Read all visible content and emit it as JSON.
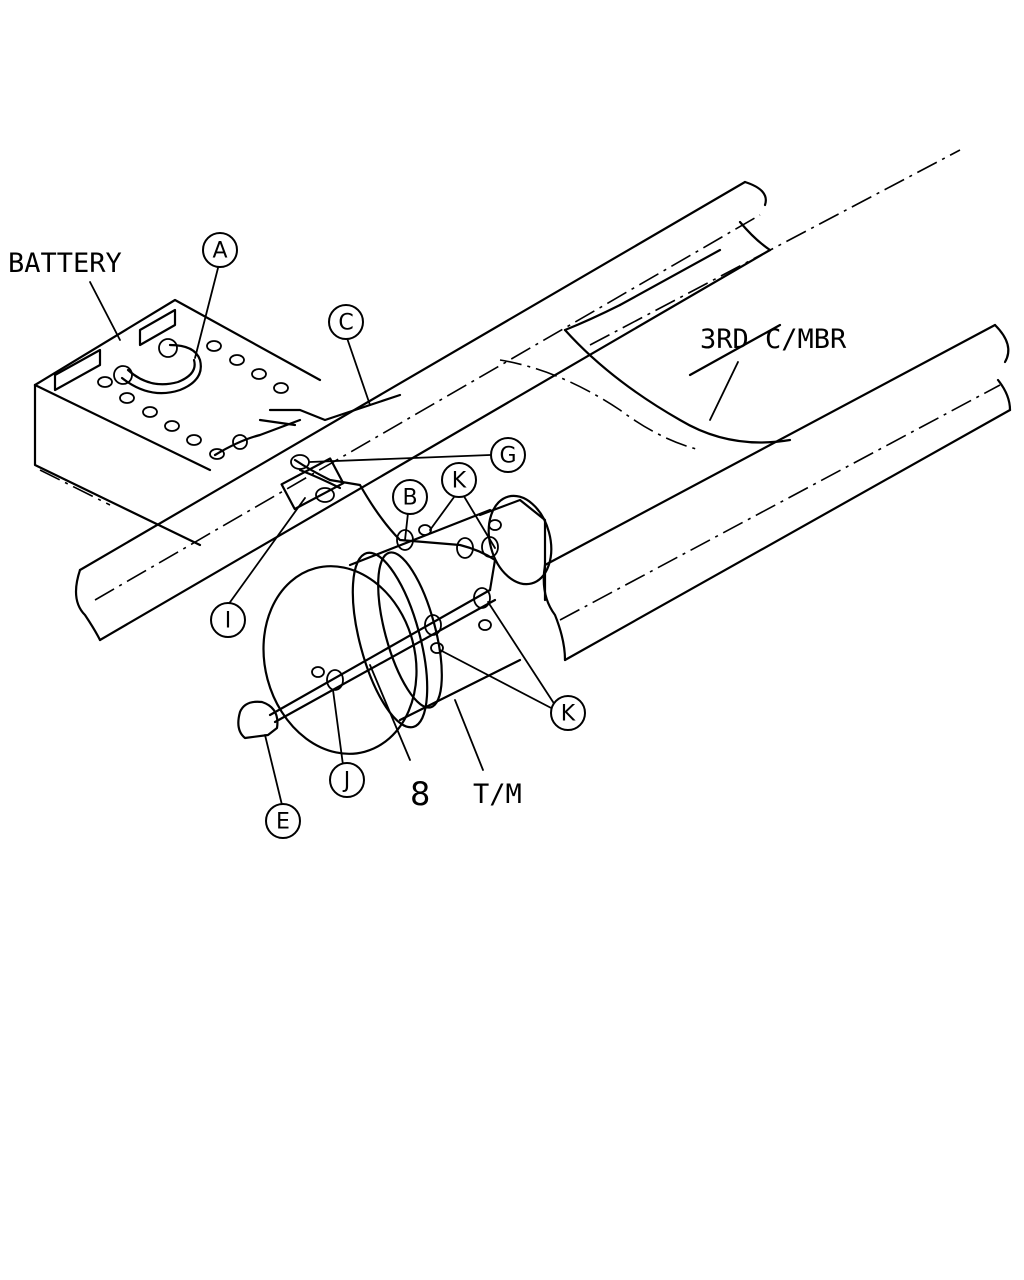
{
  "labels": {
    "battery": "BATTERY",
    "third_crossmember": "3RD C/MBR",
    "transmission": "T/M",
    "part_number": "8"
  },
  "callouts": {
    "a": "A",
    "b": "B",
    "c": "C",
    "e": "E",
    "g": "G",
    "i": "I",
    "j": "J",
    "k_upper": "K",
    "k_lower": "K"
  }
}
